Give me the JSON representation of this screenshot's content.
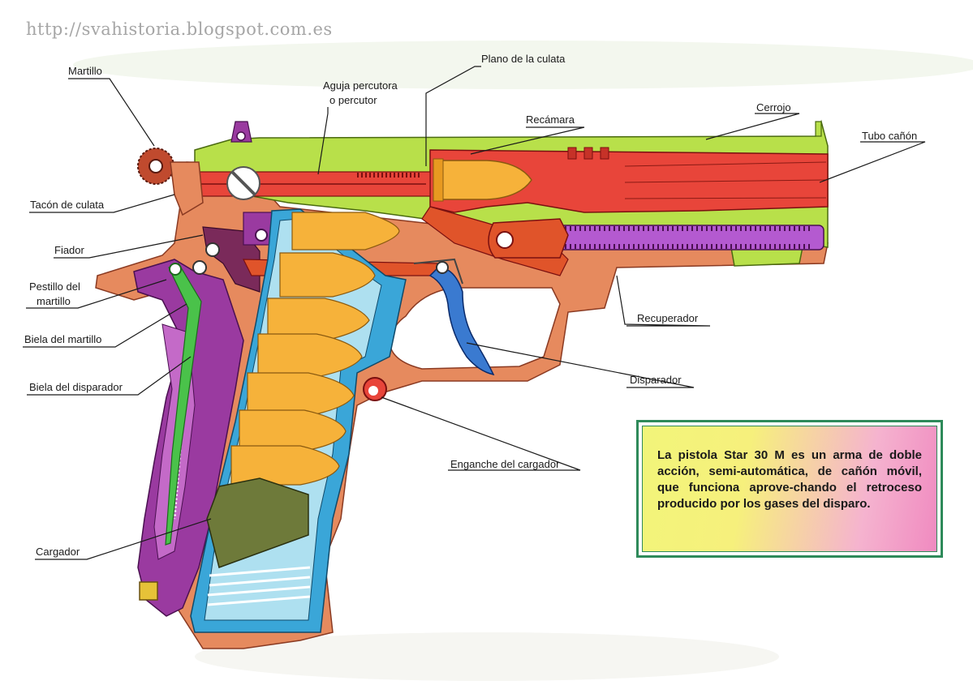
{
  "watermark": "http://svahistoria.blogspot.com.es",
  "labels": {
    "martillo": "Martillo",
    "aguja_1": "Aguja percutora",
    "aguja_2": "o percutor",
    "plano_culata": "Plano de la culata",
    "recamara": "Recámara",
    "cerrojo": "Cerrojo",
    "tubo_canon": "Tubo cañón",
    "tacon_culata": "Tacón de culata",
    "fiador": "Fiador",
    "pestillo_1": "Pestillo del",
    "pestillo_2": "martillo",
    "biela_martillo": "Biela del martillo",
    "biela_disparador": "Biela del disparador",
    "recuperador": "Recuperador",
    "disparador": "Disparador",
    "enganche_cargador": "Enganche del cargador",
    "cargador": "Cargador"
  },
  "description": "La pistola Star 30 M es un arma de doble acción, semi-automática, de cañón móvil, que funciona aprove-chando el retroceso producido por los gases del disparo.",
  "colors": {
    "slide": "#b8e04a",
    "barrel": "#e8453a",
    "frame": "#e68a5e",
    "grip": "#9a3aa0",
    "cartridge": "#f6b23a",
    "magazine": "#3aa6d8",
    "follower": "#6e7a3a",
    "trigger": "#3a7ad0",
    "spring_rod": "#b45ad0",
    "hammer_link": "#4ac24a"
  }
}
